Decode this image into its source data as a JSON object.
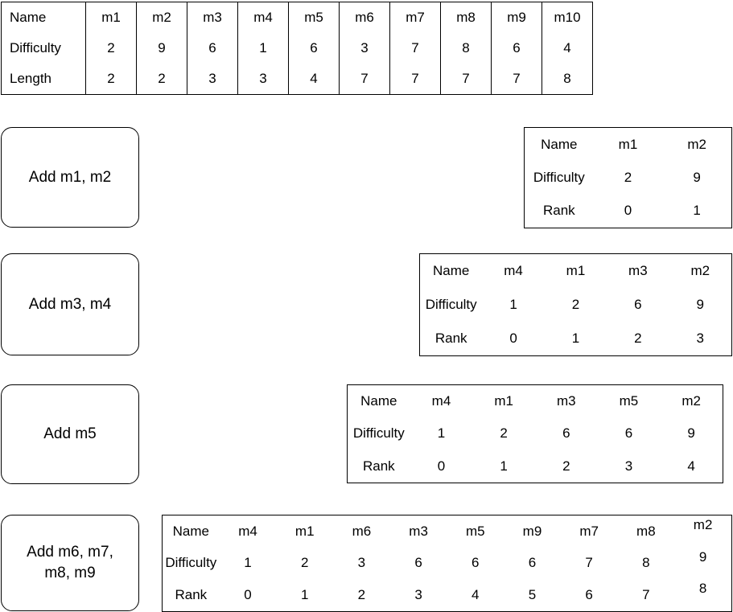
{
  "master_table": {
    "name": "master-move-table",
    "rows": [
      {
        "label": "Name",
        "values": [
          "m1",
          "m2",
          "m3",
          "m4",
          "m5",
          "m6",
          "m7",
          "m8",
          "m9",
          "m10"
        ]
      },
      {
        "label": "Difficulty",
        "values": [
          "2",
          "9",
          "6",
          "1",
          "6",
          "3",
          "7",
          "8",
          "6",
          "4"
        ]
      },
      {
        "label": "Length",
        "values": [
          "2",
          "2",
          "3",
          "3",
          "4",
          "7",
          "7",
          "7",
          "7",
          "8"
        ]
      }
    ]
  },
  "steps": [
    {
      "id": "step-1",
      "button_label": "Add m1, m2",
      "table": {
        "rows": [
          {
            "label": "Name",
            "values": [
              "m1",
              "m2"
            ]
          },
          {
            "label": "Difficulty",
            "values": [
              "2",
              "9"
            ]
          },
          {
            "label": "Rank",
            "values": [
              "0",
              "1"
            ]
          }
        ]
      }
    },
    {
      "id": "step-2",
      "button_label": "Add m3, m4",
      "table": {
        "rows": [
          {
            "label": "Name",
            "values": [
              "m4",
              "m1",
              "m3",
              "m2"
            ]
          },
          {
            "label": "Difficulty",
            "values": [
              "1",
              "2",
              "6",
              "9"
            ]
          },
          {
            "label": "Rank",
            "values": [
              "0",
              "1",
              "2",
              "3"
            ]
          }
        ]
      }
    },
    {
      "id": "step-3",
      "button_label": "Add m5",
      "table": {
        "rows": [
          {
            "label": "Name",
            "values": [
              "m4",
              "m1",
              "m3",
              "m5",
              "m2"
            ]
          },
          {
            "label": "Difficulty",
            "values": [
              "1",
              "2",
              "6",
              "6",
              "9"
            ]
          },
          {
            "label": "Rank",
            "values": [
              "0",
              "1",
              "2",
              "3",
              "4"
            ]
          }
        ]
      }
    },
    {
      "id": "step-4",
      "button_label": "Add m6, m7,\nm8, m9",
      "table": {
        "rows": [
          {
            "label": "Name",
            "values": [
              "m4",
              "m1",
              "m6",
              "m3",
              "m5",
              "m9",
              "m7",
              "m8",
              "m2"
            ]
          },
          {
            "label": "Difficulty",
            "values": [
              "1",
              "2",
              "3",
              "6",
              "6",
              "6",
              "7",
              "8",
              "9"
            ]
          },
          {
            "label": "Rank",
            "values": [
              "0",
              "1",
              "2",
              "3",
              "4",
              "5",
              "6",
              "7",
              "8"
            ]
          }
        ]
      }
    }
  ],
  "colors": {
    "background": "#ffffff",
    "line": "#000000",
    "text": "#000000"
  }
}
